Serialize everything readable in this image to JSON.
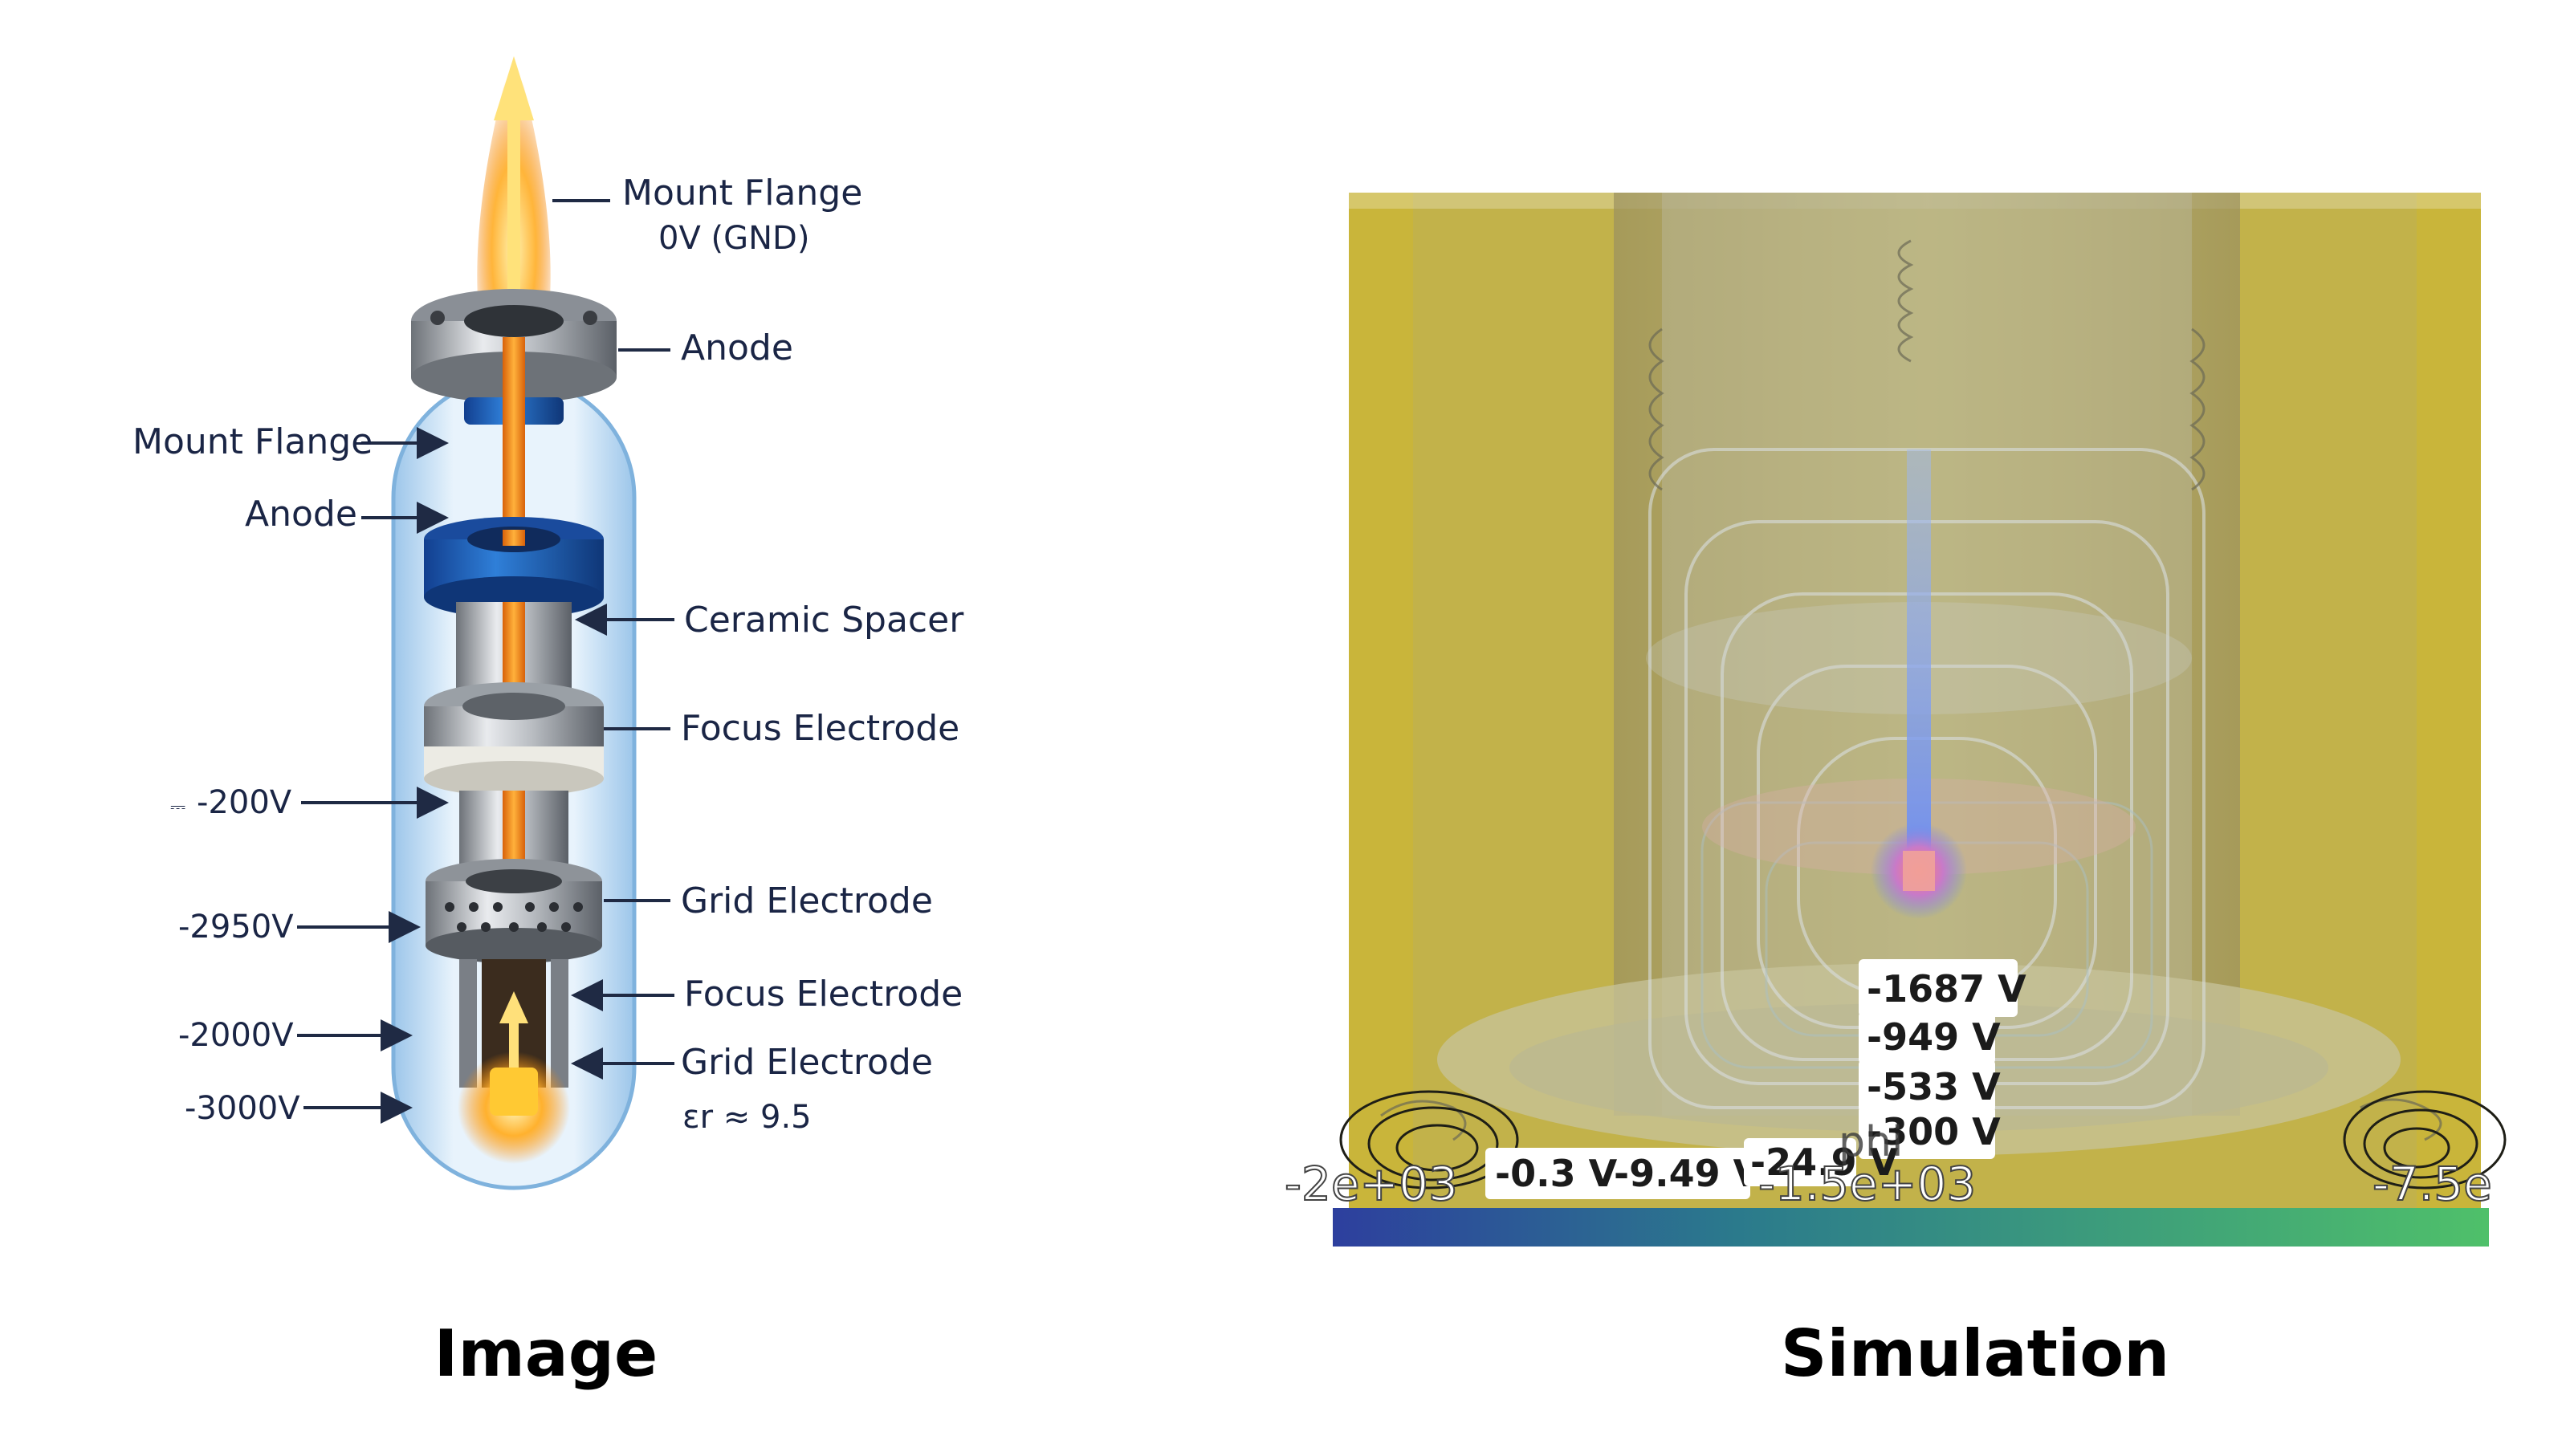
{
  "captions": {
    "left": "Image",
    "right": "Simulation"
  },
  "illustration": {
    "labels": {
      "mount_flange_top": "Mount Flange",
      "mount_flange_top_sub": "0V (GND)",
      "anode_top": "Anode",
      "mount_flange_left": "Mount Flange",
      "anode_left": "Anode",
      "ceramic_spacer": "Ceramic Spacer",
      "focus_electrode_1": "Focus Electrode",
      "grid_electrode_1": "Grid Electrode",
      "focus_electrode_2": "Focus Electrode",
      "grid_electrode_2": "Grid Electrode",
      "epsilon": "εr ≈ 9.5",
      "v_200": "-200V",
      "v_200_prefix": "⎓",
      "v_2950": "-2950V",
      "v_2000": "-2000V",
      "v_3000": "-3000V"
    }
  },
  "simulation": {
    "contour_labels": {
      "l1687": "-1687 V",
      "l949": "-949 V",
      "l533": "-533 V",
      "l300": "-300 V",
      "phi": "phi",
      "l03": "-0.3 V",
      "l949b": "-9.49 V",
      "l249": "-24.9 V"
    },
    "colorbar": {
      "left_tick": "-2e+03",
      "mid_tick": "-1.5e+03",
      "right_tick": "-7.5e"
    },
    "colors": {
      "background_yellow": "#c9b53a",
      "colorbar_start": "#2d3f9e",
      "colorbar_end": "#4fc06a"
    }
  }
}
